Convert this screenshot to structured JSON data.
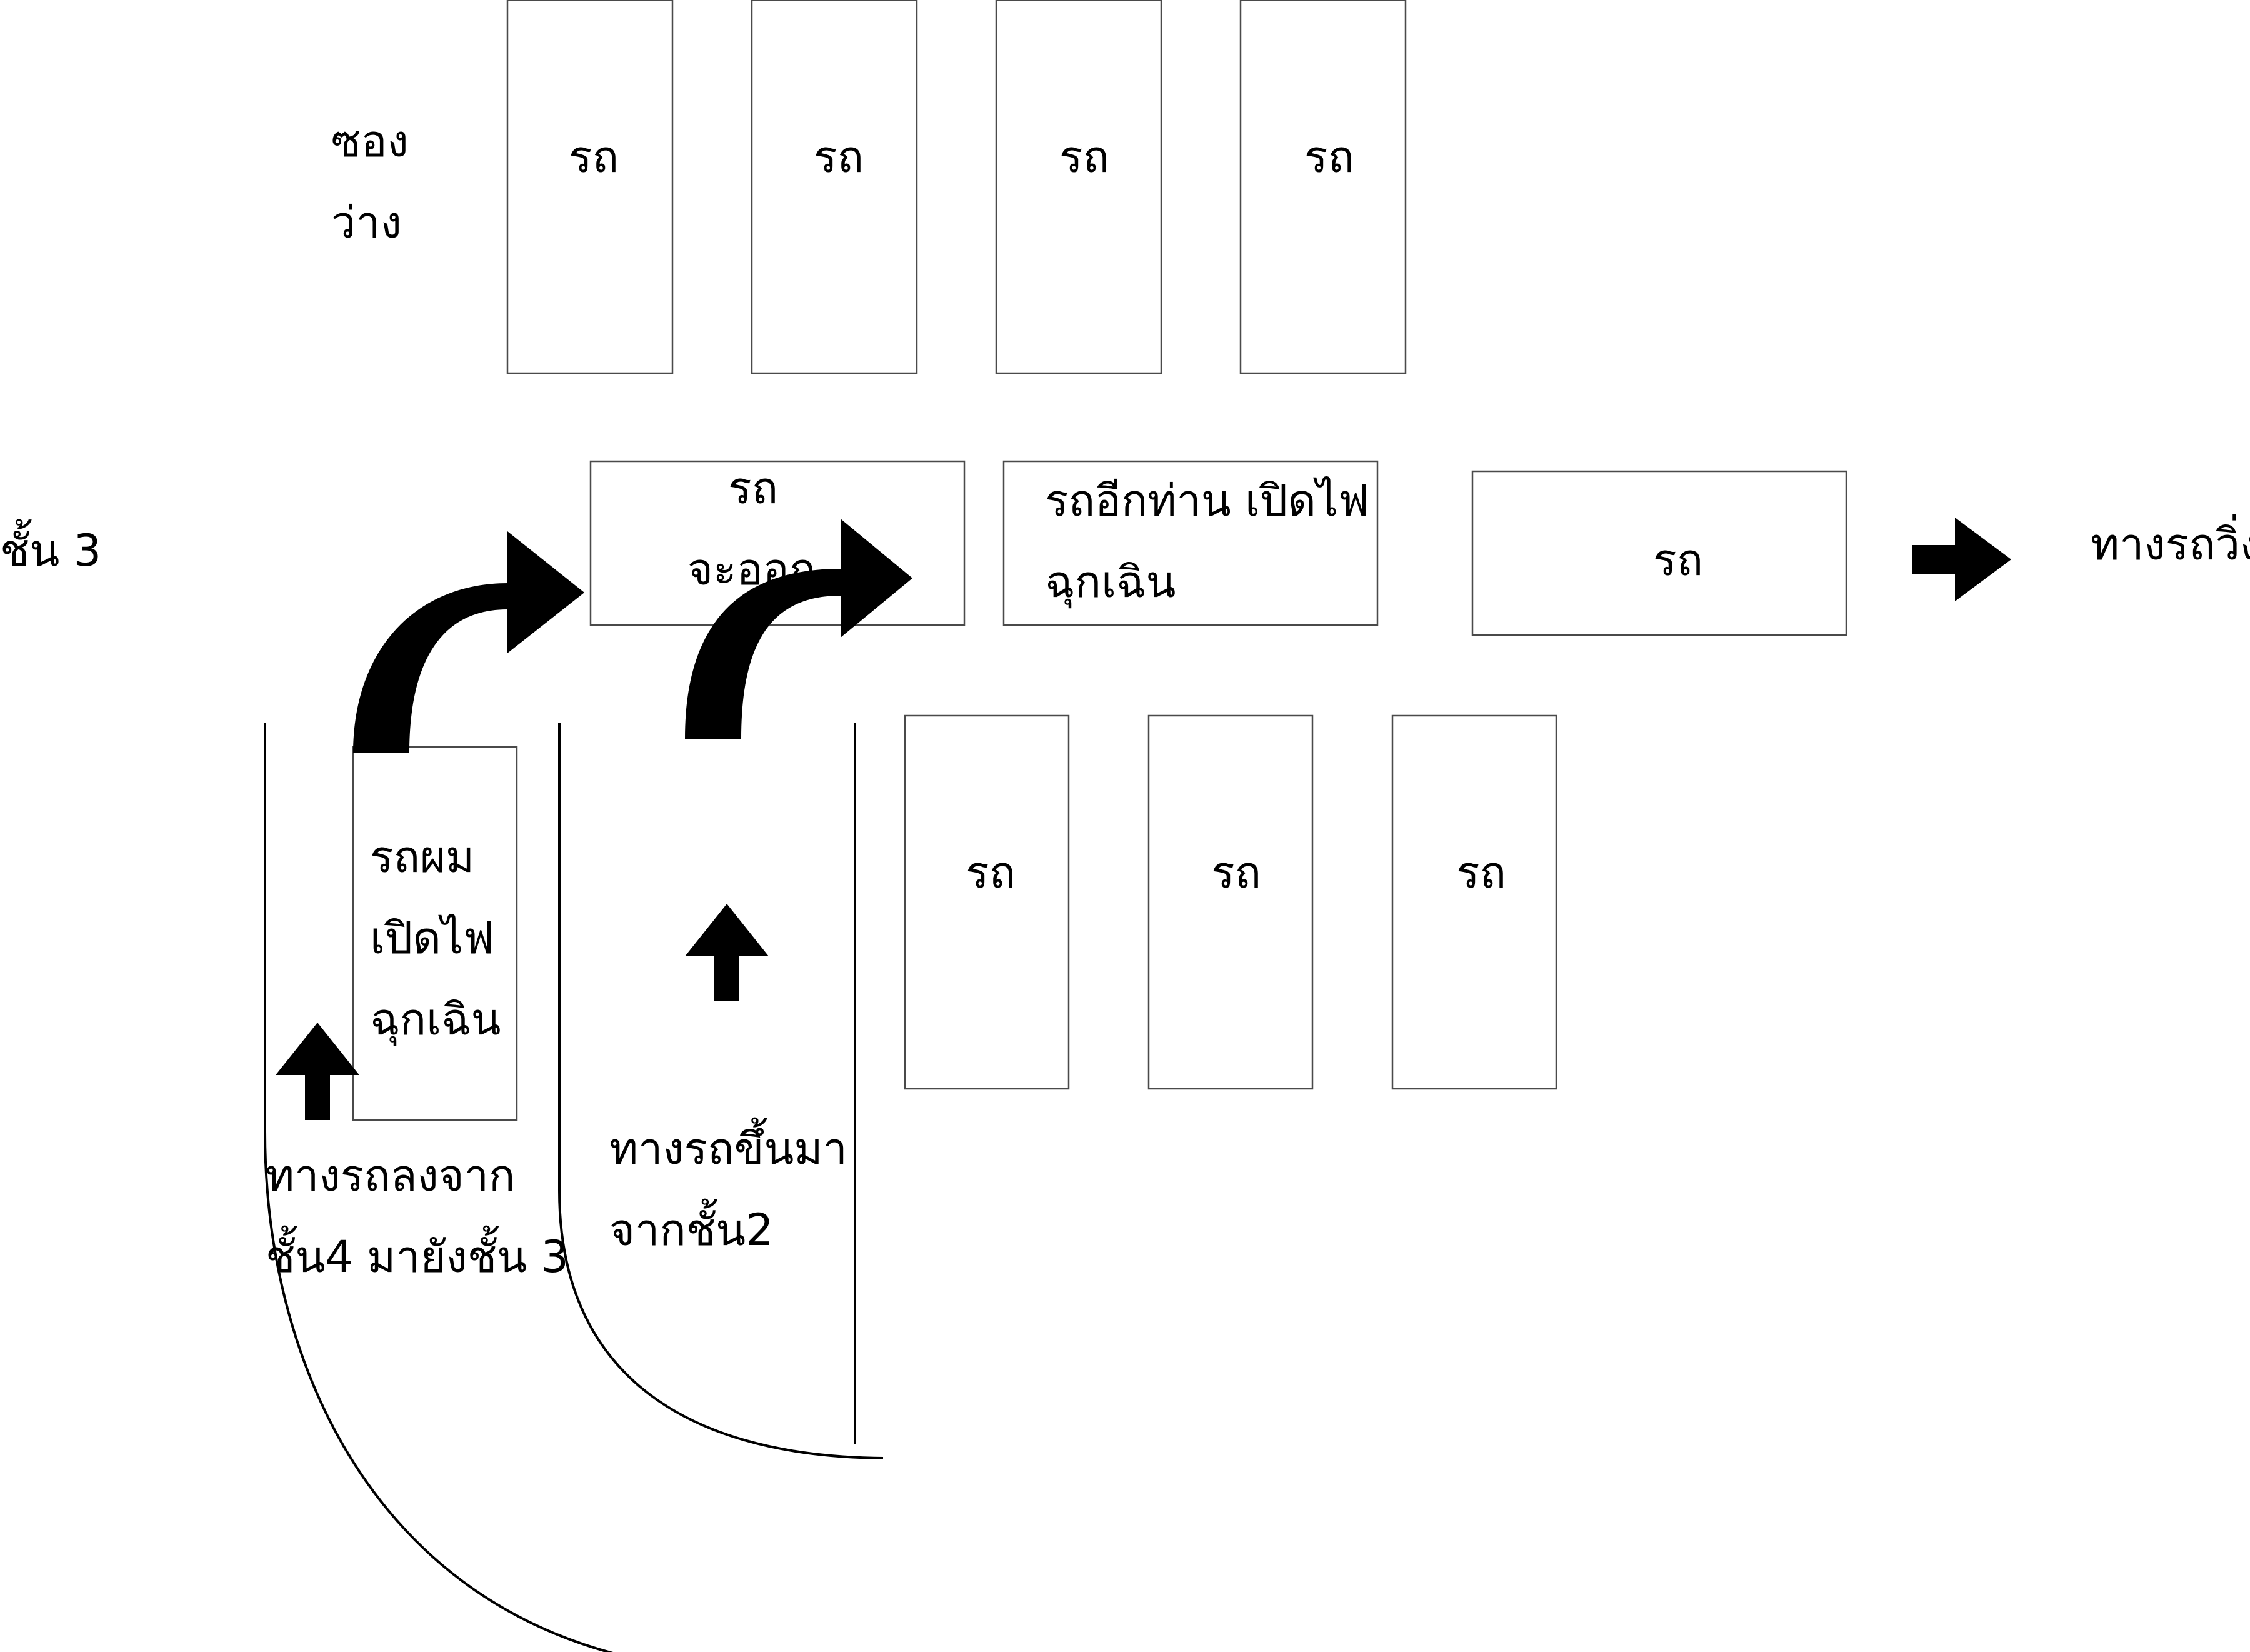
{
  "labels": {
    "empty_slot_line1": "ซอง",
    "empty_slot_line2": "ว่าง",
    "floor": "ชั้น 3",
    "car": "รถ",
    "leaving_car_line1": "รถ",
    "leaving_car_line2": "จะออก",
    "other_car_line1": "รถอีกท่าน เปิดไฟ",
    "other_car_line2": "ฉุกเฉิน",
    "my_car_line1": "รถผม",
    "my_car_line2": "เปิดไฟ",
    "my_car_line3": "ฉุกเฉิน",
    "lane_exit": "ทางรถวิ่ง",
    "ramp_down_line1": "ทางรถลงจาก",
    "ramp_down_line2": "ชั้น4 มายังชั้น 3",
    "ramp_up_line1": "ทางรถขึ้นมา",
    "ramp_up_line2": "จากชั้น2"
  },
  "icons": [
    "curved-arrow-icon",
    "up-arrow-icon",
    "right-arrow-icon"
  ],
  "colors": {
    "stroke": "#000000",
    "box_stroke": "#4a4a4a",
    "background": "#ffffff"
  }
}
